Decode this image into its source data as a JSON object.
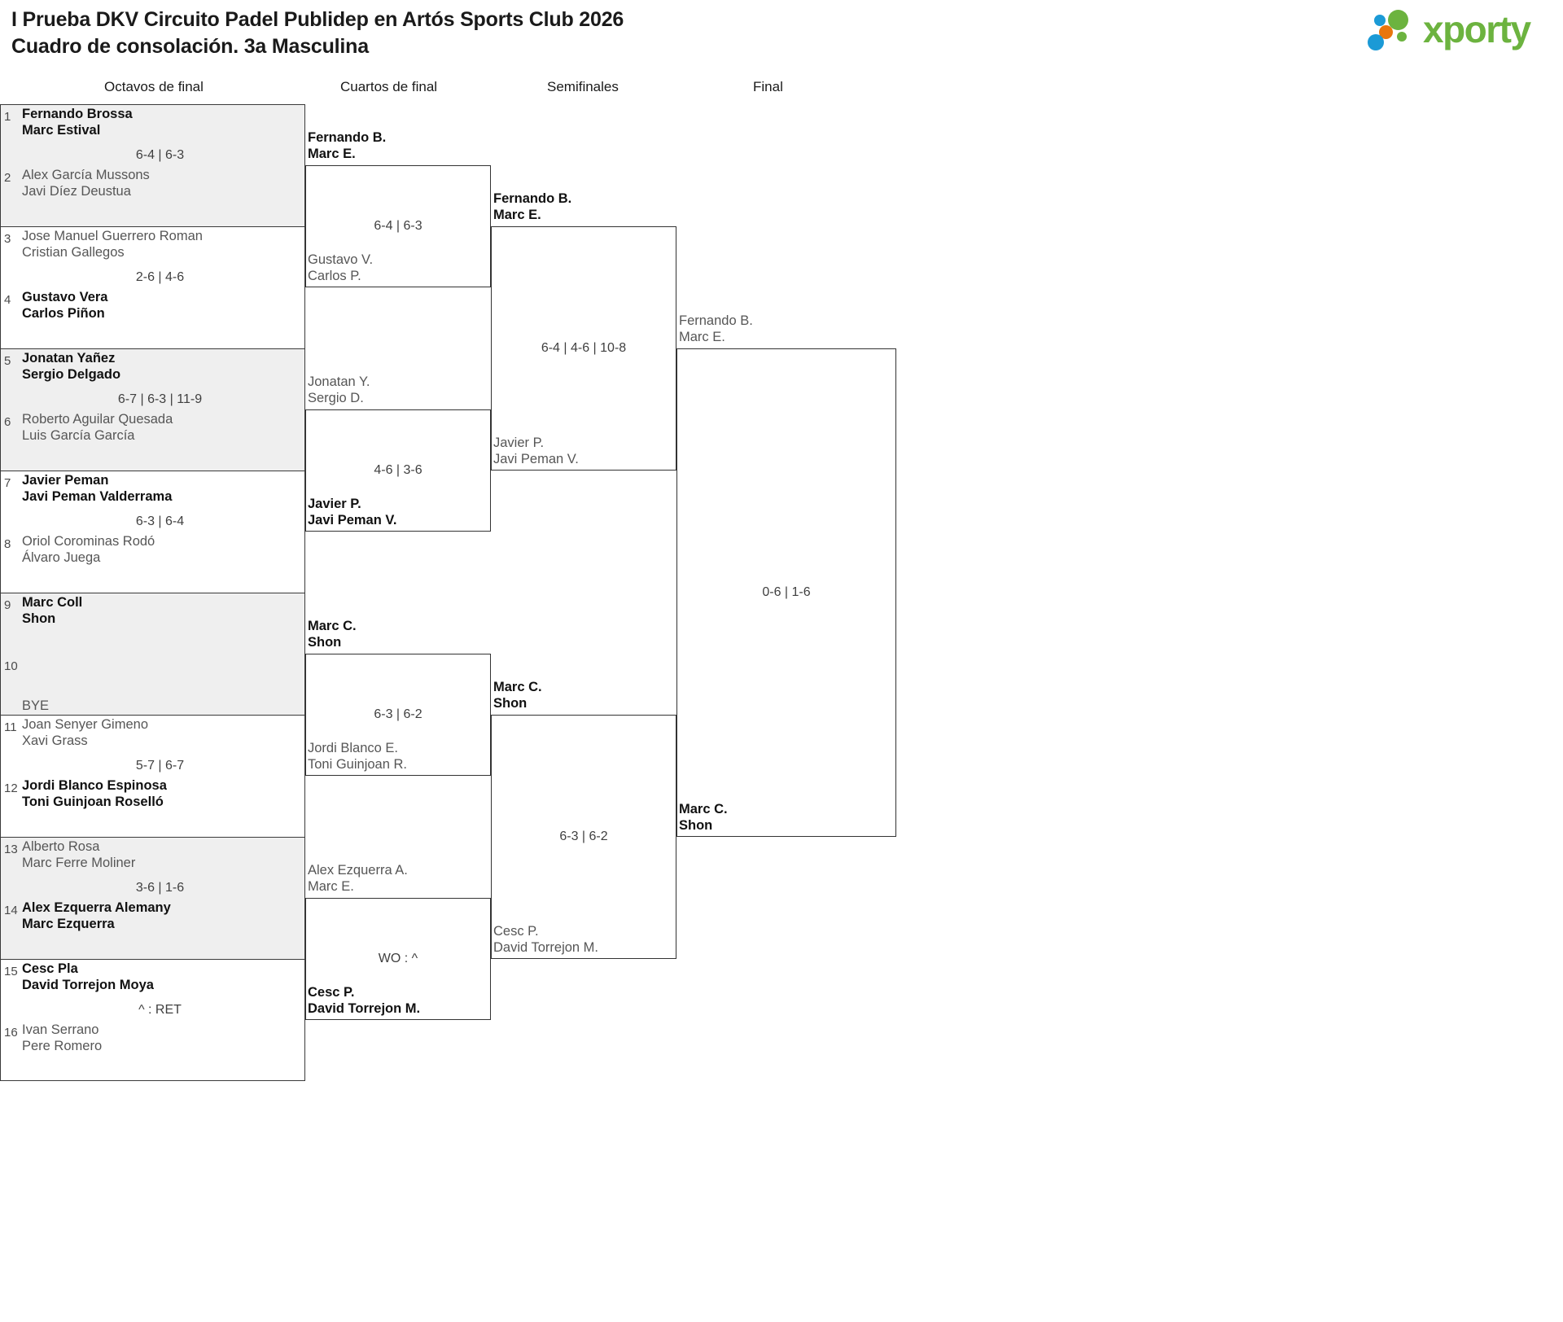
{
  "header": {
    "title_line1": "I Prueba DKV Circuito Padel Publidep en Artós Sports Club 2026",
    "title_line2": "Cuadro de consolación. 3a Masculina",
    "logo_text": "xporty",
    "logo_colors": {
      "green": "#6cb33f",
      "blue": "#1b9ad6",
      "orange": "#e8760d"
    }
  },
  "rounds": [
    {
      "key": "r16",
      "label": "Octavos de final"
    },
    {
      "key": "qf",
      "label": "Cuartos de final"
    },
    {
      "key": "sf",
      "label": "Semifinales"
    },
    {
      "key": "f",
      "label": "Final"
    }
  ],
  "round1": {
    "matches": [
      {
        "shaded": true,
        "top": {
          "seed": "1",
          "line1": "Fernando Brossa",
          "line2": "Marc Estival",
          "won": true
        },
        "bottom": {
          "seed": "2",
          "line1": "Alex García Mussons",
          "line2": "Javi Díez Deustua",
          "won": false
        },
        "score": "6-4 | 6-3"
      },
      {
        "shaded": false,
        "top": {
          "seed": "3",
          "line1": "Jose Manuel Guerrero Roman",
          "line2": "Cristian Gallegos",
          "won": false
        },
        "bottom": {
          "seed": "4",
          "line1": "Gustavo Vera",
          "line2": "Carlos Piñon",
          "won": true
        },
        "score": "2-6 | 4-6"
      },
      {
        "shaded": true,
        "top": {
          "seed": "5",
          "line1": "Jonatan Yañez",
          "line2": "Sergio Delgado",
          "won": true
        },
        "bottom": {
          "seed": "6",
          "line1": "Roberto Aguilar Quesada",
          "line2": "Luis García García",
          "won": false
        },
        "score": "6-7 | 6-3 | 11-9"
      },
      {
        "shaded": false,
        "top": {
          "seed": "7",
          "line1": "Javier Peman",
          "line2": "Javi Peman Valderrama",
          "won": true
        },
        "bottom": {
          "seed": "8",
          "line1": "Oriol Corominas Rodó",
          "line2": "Álvaro Juega",
          "won": false
        },
        "score": "6-3 | 6-4"
      },
      {
        "shaded": true,
        "top": {
          "seed": "9",
          "line1": "Marc Coll",
          "line2": "Shon",
          "won": true
        },
        "bottom": {
          "seed": "10",
          "line1": "BYE",
          "line2": "",
          "won": false,
          "is_bye": true
        },
        "score": ""
      },
      {
        "shaded": false,
        "top": {
          "seed": "11",
          "line1": "Joan Senyer Gimeno",
          "line2": "Xavi Grass",
          "won": false
        },
        "bottom": {
          "seed": "12",
          "line1": "Jordi Blanco Espinosa",
          "line2": "Toni Guinjoan Roselló",
          "won": true
        },
        "score": "5-7 | 6-7"
      },
      {
        "shaded": true,
        "top": {
          "seed": "13",
          "line1": "Alberto Rosa",
          "line2": "Marc Ferre Moliner",
          "won": false
        },
        "bottom": {
          "seed": "14",
          "line1": "Alex Ezquerra Alemany",
          "line2": "Marc Ezquerra",
          "won": true
        },
        "score": "3-6 | 1-6"
      },
      {
        "shaded": false,
        "top": {
          "seed": "15",
          "line1": "Cesc Pla",
          "line2": "David Torrejon Moya",
          "won": true
        },
        "bottom": {
          "seed": "16",
          "line1": "Ivan Serrano",
          "line2": "Pere Romero",
          "won": false
        },
        "score": "^ : RET"
      }
    ]
  },
  "round2": {
    "matches": [
      {
        "top": {
          "line1": "Fernando B.",
          "line2": "Marc E.",
          "won": true
        },
        "bottom": {
          "line1": "Gustavo V.",
          "line2": "Carlos P.",
          "won": false
        },
        "score": "6-4 | 6-3"
      },
      {
        "top": {
          "line1": "Jonatan Y.",
          "line2": "Sergio D.",
          "won": false
        },
        "bottom": {
          "line1": "Javier P.",
          "line2": "Javi Peman V.",
          "won": true
        },
        "score": "4-6 | 3-6"
      },
      {
        "top": {
          "line1": "Marc C.",
          "line2": "Shon",
          "won": true
        },
        "bottom": {
          "line1": "Jordi Blanco E.",
          "line2": "Toni Guinjoan R.",
          "won": false
        },
        "score": "6-3 | 6-2"
      },
      {
        "top": {
          "line1": "Alex Ezquerra A.",
          "line2": "Marc E.",
          "won": false
        },
        "bottom": {
          "line1": "Cesc P.",
          "line2": "David Torrejon M.",
          "won": true
        },
        "score": "WO : ^"
      }
    ]
  },
  "round3": {
    "matches": [
      {
        "top": {
          "line1": "Fernando B.",
          "line2": "Marc E.",
          "won": true
        },
        "bottom": {
          "line1": "Javier P.",
          "line2": "Javi Peman V.",
          "won": false
        },
        "score": "6-4 | 4-6 | 10-8"
      },
      {
        "top": {
          "line1": "Marc C.",
          "line2": "Shon",
          "won": true
        },
        "bottom": {
          "line1": "Cesc P.",
          "line2": "David Torrejon M.",
          "won": false
        },
        "score": "6-3 | 6-2"
      }
    ]
  },
  "round4": {
    "matches": [
      {
        "top": {
          "line1": "Fernando B.",
          "line2": "Marc E.",
          "won": false
        },
        "bottom": {
          "line1": "Marc C.",
          "line2": "Shon",
          "won": true
        },
        "score": "0-6 | 1-6"
      }
    ]
  }
}
